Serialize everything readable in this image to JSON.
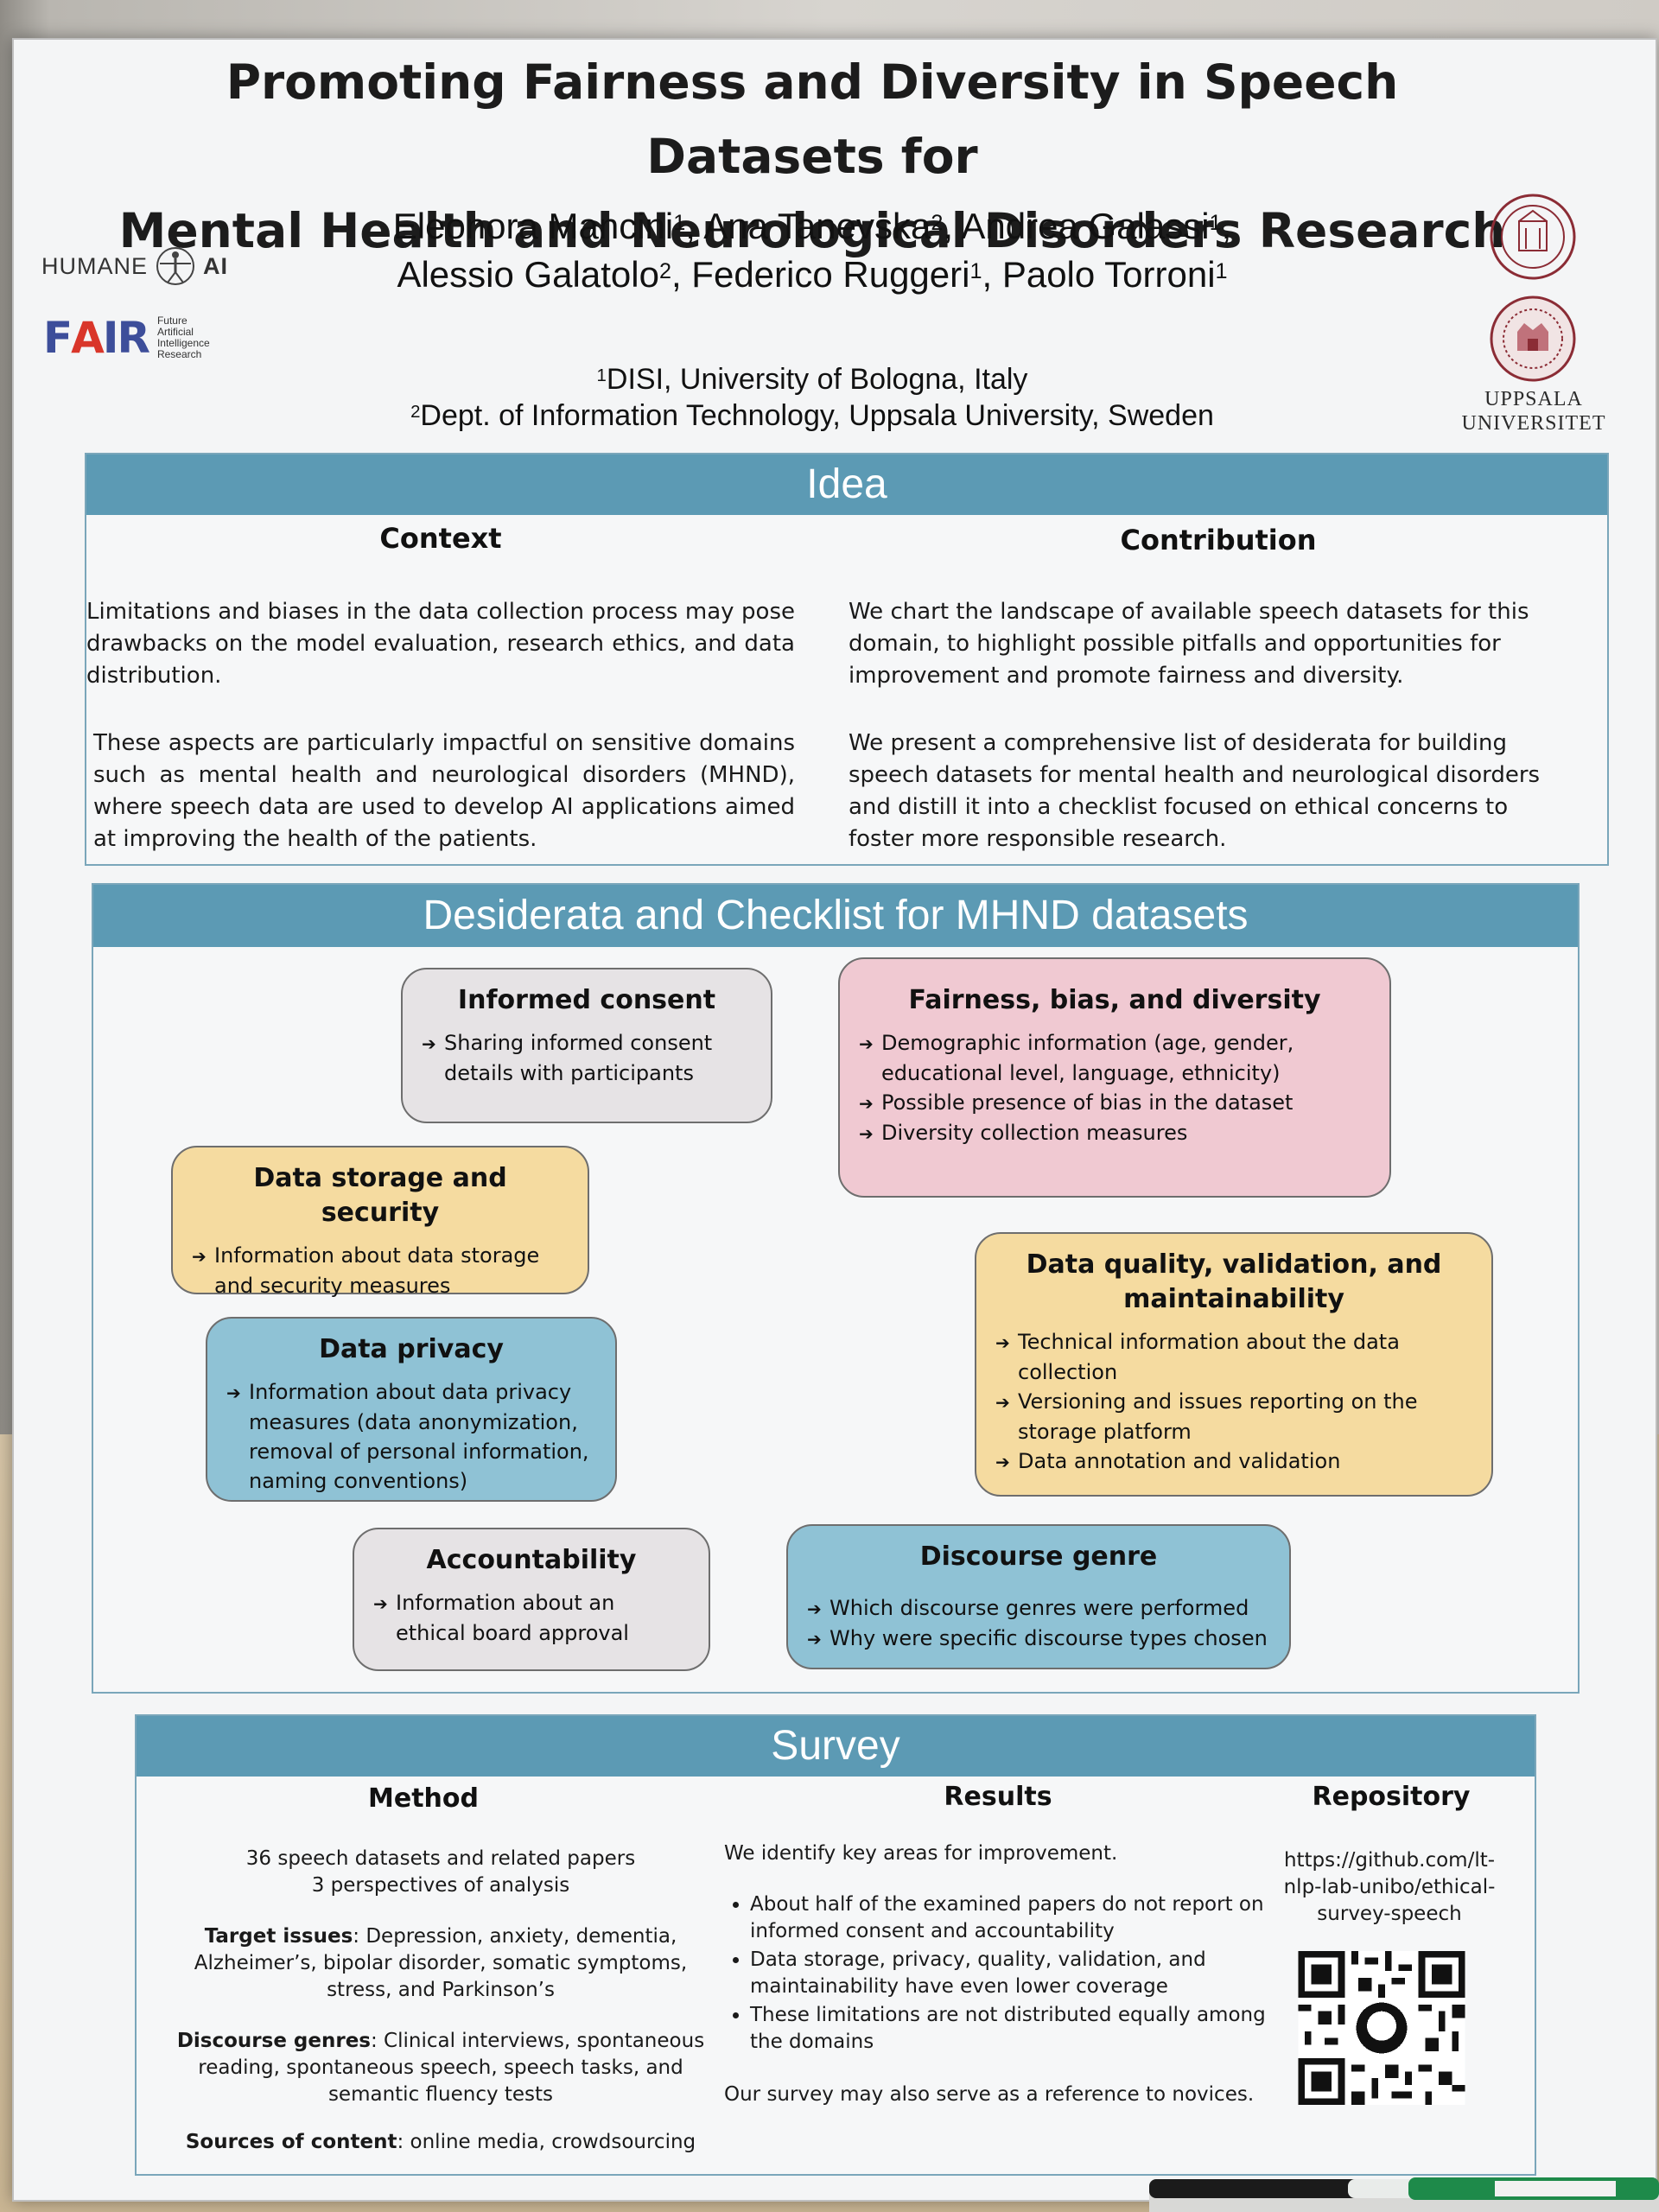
{
  "title": {
    "line1": "Promoting Fairness and Diversity in Speech Datasets for",
    "line2": "Mental Health and Neurological Disorders Research"
  },
  "authors": {
    "line1": [
      "Eleonora Mancini",
      "1",
      ", Ana Tanevska",
      "2",
      ", Andrea Galassi",
      "1",
      ","
    ],
    "line2": [
      "Alessio Galatolo",
      "2",
      ", Federico Ruggeri",
      "1",
      ", Paolo Torroni",
      "1",
      ""
    ]
  },
  "affiliations": [
    {
      "sup": "1",
      "text": "DISI, University of Bologna, Italy"
    },
    {
      "sup": "2",
      "text": "Dept. of Information Technology, Uppsala University, Sweden"
    }
  ],
  "logos": {
    "humane": {
      "left": "HUMANE",
      "right": "AI"
    },
    "fair": {
      "mark_a": "F",
      "mark_b": "A",
      "mark_c": "IR",
      "subtitle": [
        "Future",
        "Artificial",
        "Intelligence",
        "Research"
      ]
    },
    "uppsala": [
      "UPPSALA",
      "UNIVERSITET"
    ]
  },
  "idea": {
    "band": "Idea",
    "context_head": "Context",
    "context_p1": "Limitations and biases in the data collection process may pose drawbacks on the model evaluation, research ethics, and data distribution.",
    "context_p2": "These aspects are particularly impactful on sensitive domains such as mental health and neurological disorders (MHND), where speech data are used to develop AI applications aimed at improving the health of the patients.",
    "contribution_head": "Contribution",
    "contribution_p1": "We chart the landscape of available speech datasets for this domain, to highlight possible pitfalls and opportunities for improvement and promote fairness and diversity.",
    "contribution_p2": "We present a comprehensive list of desiderata for building speech datasets for mental health and neurological disorders and distill it into a checklist focused on ethical concerns to foster more responsible research."
  },
  "desiderata": {
    "band": "Desiderata and Checklist for MHND datasets",
    "informed_consent": {
      "title": "Informed consent",
      "items": [
        "Sharing informed consent details with participants"
      ]
    },
    "fairness": {
      "title": "Fairness, bias, and diversity",
      "items": [
        "Demographic information (age, gender, educational level, language, ethnicity)",
        "Possible presence of bias in the dataset",
        "Diversity collection measures"
      ]
    },
    "storage": {
      "title": "Data storage and security",
      "items": [
        "Information about data storage and security measures"
      ]
    },
    "quality": {
      "title": "Data quality, validation, and maintainability",
      "items": [
        "Technical information about the data collection",
        "Versioning and issues reporting on the storage platform",
        "Data annotation and validation"
      ]
    },
    "privacy": {
      "title": "Data privacy",
      "items": [
        "Information about data privacy measures (data anonymization, removal of personal information, naming conventions)"
      ]
    },
    "accountability": {
      "title": "Accountability",
      "items": [
        "Information about an ethical board approval"
      ]
    },
    "discourse": {
      "title": "Discourse genre",
      "items": [
        "Which discourse genres were performed",
        "Why were specific discourse types chosen"
      ]
    }
  },
  "survey": {
    "band": "Survey",
    "method_head": "Method",
    "method_l1": "36 speech datasets and related papers",
    "method_l2": "3 perspectives of analysis",
    "target_label": "Target issues",
    "target_text": ": Depression, anxiety, dementia, Alzheimer’s, bipolar disorder, somatic symptoms, stress, and Parkinson’s",
    "genres_label": "Discourse genres",
    "genres_text": ": Clinical interviews, spontaneous reading, spontaneous speech, speech tasks, and semantic fluency tests",
    "sources_label": "Sources of content",
    "sources_text": ": online media, crowdsourcing",
    "results_head": "Results",
    "results_intro": "We identify key areas for improvement.",
    "results_items": [
      "About half of the examined papers do not report on informed consent and accountability",
      "Data storage, privacy, quality, validation, and maintainability have even lower coverage",
      "These limitations are not distributed equally among the domains"
    ],
    "results_outro": "Our survey may also serve as a reference to novices.",
    "repo_head": "Repository",
    "repo_url": "https://github.com/lt-nlp-lab-unibo/ethical-survey-speech"
  },
  "colors": {
    "band": "#5c9ab4",
    "grey_box": "#e6e3e5",
    "pink_box": "#f0c9d2",
    "yellow_box": "#f5dba0",
    "blue_box": "#8fc2d5"
  }
}
